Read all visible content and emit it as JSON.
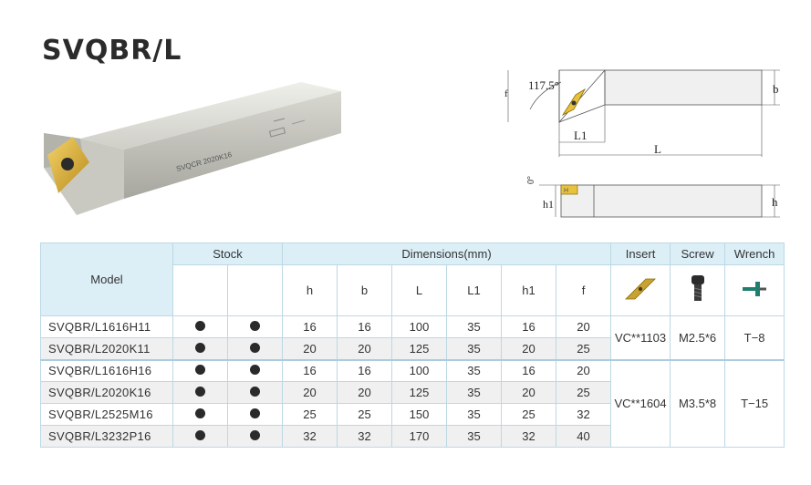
{
  "page": {
    "title": "SVQBR/L"
  },
  "photo": {
    "engraving": "SVQCR 2020K16"
  },
  "drawing": {
    "angle_label": "117.5°",
    "label_b": "b",
    "label_f": "f",
    "label_L1": "L1",
    "label_L": "L",
    "label_0deg": "0°",
    "label_h1": "h1",
    "label_h": "h"
  },
  "table": {
    "headers": {
      "model": "Model",
      "stock": "Stock",
      "dimensions": "Dimensions(mm)",
      "insert": "Insert",
      "screw": "Screw",
      "wrench": "Wrench"
    },
    "dim_columns": [
      "h",
      "b",
      "L",
      "L1",
      "h1",
      "f"
    ],
    "rows": [
      {
        "model": "SVQBR/L1616H11",
        "h": "16",
        "b": "16",
        "L": "100",
        "L1": "35",
        "h1": "16",
        "f": "20"
      },
      {
        "model": "SVQBR/L2020K11",
        "h": "20",
        "b": "20",
        "L": "125",
        "L1": "35",
        "h1": "20",
        "f": "25"
      },
      {
        "model": "SVQBR/L1616H16",
        "h": "16",
        "b": "16",
        "L": "100",
        "L1": "35",
        "h1": "16",
        "f": "20"
      },
      {
        "model": "SVQBR/L2020K16",
        "h": "20",
        "b": "20",
        "L": "125",
        "L1": "35",
        "h1": "20",
        "f": "25"
      },
      {
        "model": "SVQBR/L2525M16",
        "h": "25",
        "b": "25",
        "L": "150",
        "L1": "35",
        "h1": "25",
        "f": "32"
      },
      {
        "model": "SVQBR/L3232P16",
        "h": "32",
        "b": "32",
        "L": "170",
        "L1": "35",
        "h1": "32",
        "f": "40"
      }
    ],
    "groups": [
      {
        "insert": "VC**1103",
        "screw": "M2.5*6",
        "wrench": "T−8"
      },
      {
        "insert": "VC**1604",
        "screw": "M3.5*8",
        "wrench": "T−15"
      }
    ],
    "icons": {
      "insert": "insert-icon",
      "screw": "screw-icon",
      "wrench": "wrench-icon"
    }
  }
}
